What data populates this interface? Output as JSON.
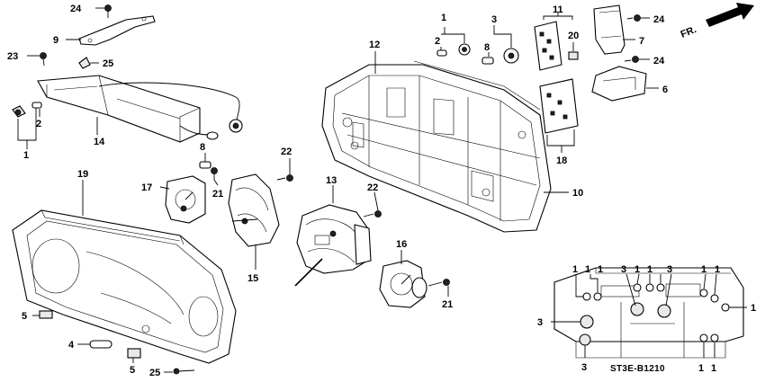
{
  "diagram_code": "ST3E-B1210",
  "direction_label": "FR.",
  "callouts": {
    "n24a": "24",
    "n9": "9",
    "n23": "23",
    "n25a": "25",
    "n2a": "2",
    "n1a": "1",
    "n14": "14",
    "n1b": "1",
    "n2b": "2",
    "n3a": "3",
    "n8a": "8",
    "n11": "11",
    "n20": "20",
    "n24b": "24",
    "n7": "7",
    "n24c": "24",
    "n6": "6",
    "n12": "12",
    "n18": "18",
    "n10": "10",
    "n8b": "8",
    "n17": "17",
    "n21a": "21",
    "n22a": "22",
    "n15": "15",
    "n19": "19",
    "n13": "13",
    "n22b": "22",
    "n16": "16",
    "n21b": "21",
    "n5a": "5",
    "n4": "4",
    "n5b": "5",
    "n25b": "25",
    "r1a": "1",
    "r1b": "1",
    "r1c": "1",
    "r3a": "3",
    "r1d": "1",
    "r1e": "1",
    "r3b": "3",
    "r1f": "1",
    "r1g": "1",
    "r3c": "3",
    "r1h": "1",
    "r3d": "3",
    "r1i": "1",
    "r1j": "1"
  }
}
